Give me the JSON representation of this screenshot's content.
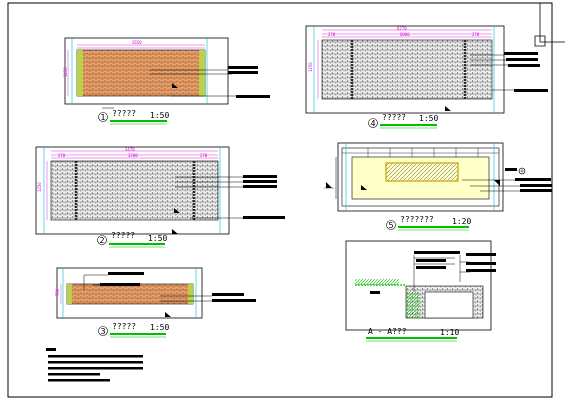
{
  "details": [
    {
      "number": "1",
      "title": "?????",
      "scale": "1:50"
    },
    {
      "number": "2",
      "title": "?????",
      "scale": "1:50"
    },
    {
      "number": "3",
      "title": "?????",
      "scale": "1:50"
    },
    {
      "number": "4",
      "title": "?????",
      "scale": "1:50"
    },
    {
      "number": "5",
      "title": "???????",
      "scale": "1:20"
    },
    {
      "number": "",
      "title": "A - A???",
      "scale": "1:10"
    }
  ],
  "colors": {
    "paving_orange": "#d98a4a",
    "paving_gray": "#7f7f7f",
    "dimension_magenta": "#d000d0",
    "guide_cyan": "#00bcd4",
    "underline_green": "#00c000",
    "pool_fill": "#ffffc8",
    "hatch_green": "#00c000"
  }
}
